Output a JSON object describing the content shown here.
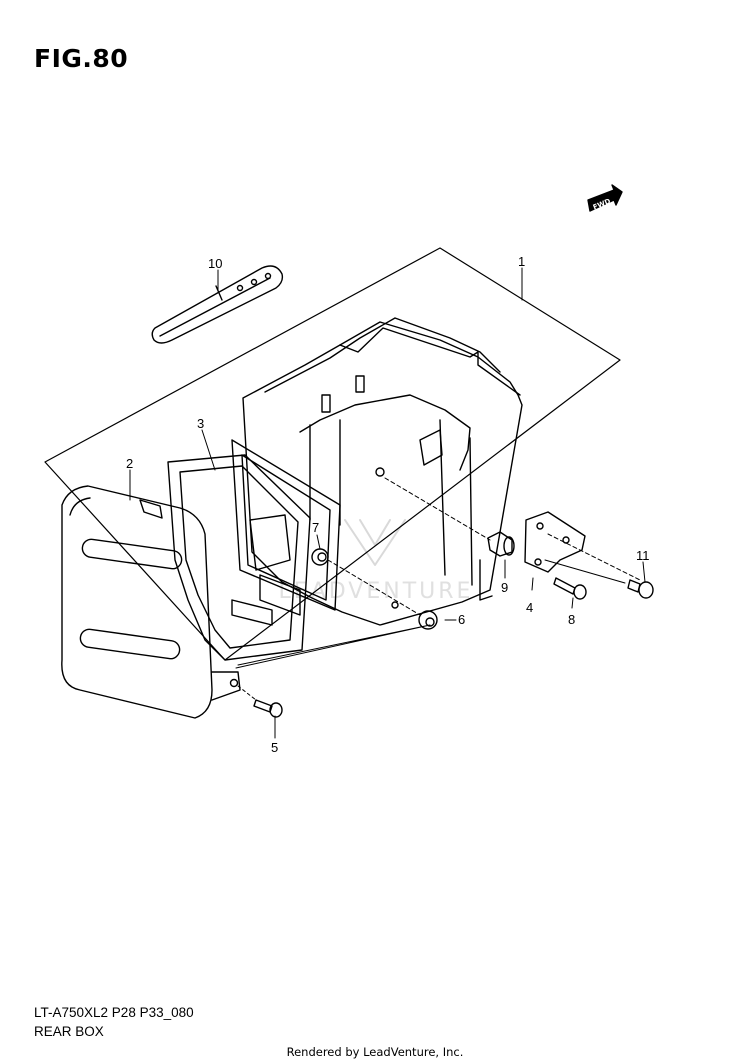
{
  "figure": {
    "title": "FIG.80",
    "model_code": "LT-A750XL2 P28 P33_080",
    "name": "REAR BOX"
  },
  "fwd_arrow_label": "FWD",
  "watermark_text": "LEADVENTURE",
  "callouts": [
    "1",
    "2",
    "3",
    "4",
    "5",
    "6",
    "7",
    "8",
    "9",
    "10",
    "11"
  ],
  "rendered_by": "Rendered by LeadVenture, Inc.",
  "colors": {
    "line": "#000000",
    "background": "#ffffff",
    "watermark": "#d9d9d9"
  }
}
